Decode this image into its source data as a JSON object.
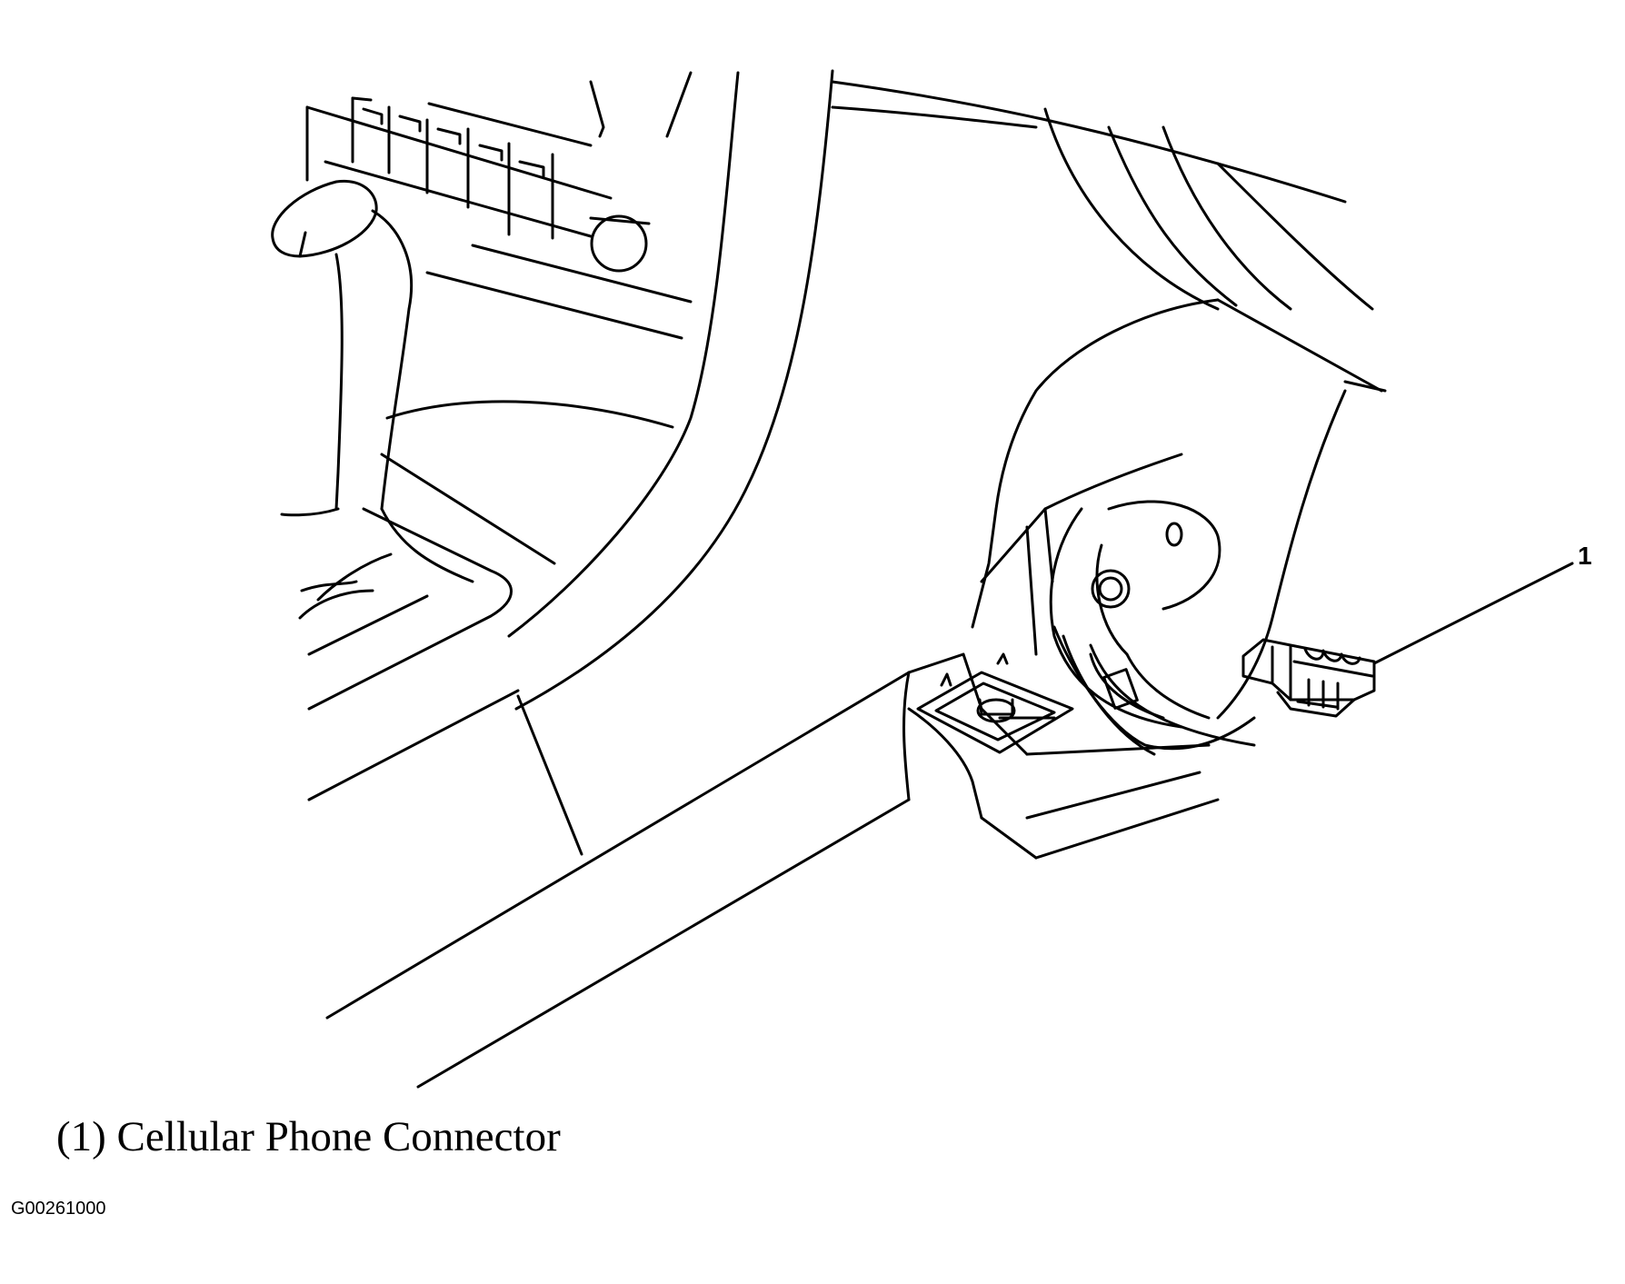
{
  "diagram": {
    "callouts": [
      {
        "number": "1"
      }
    ],
    "legend": [
      {
        "text": "(1) Cellular Phone Connector"
      }
    ],
    "figure_code": "G00261000"
  }
}
